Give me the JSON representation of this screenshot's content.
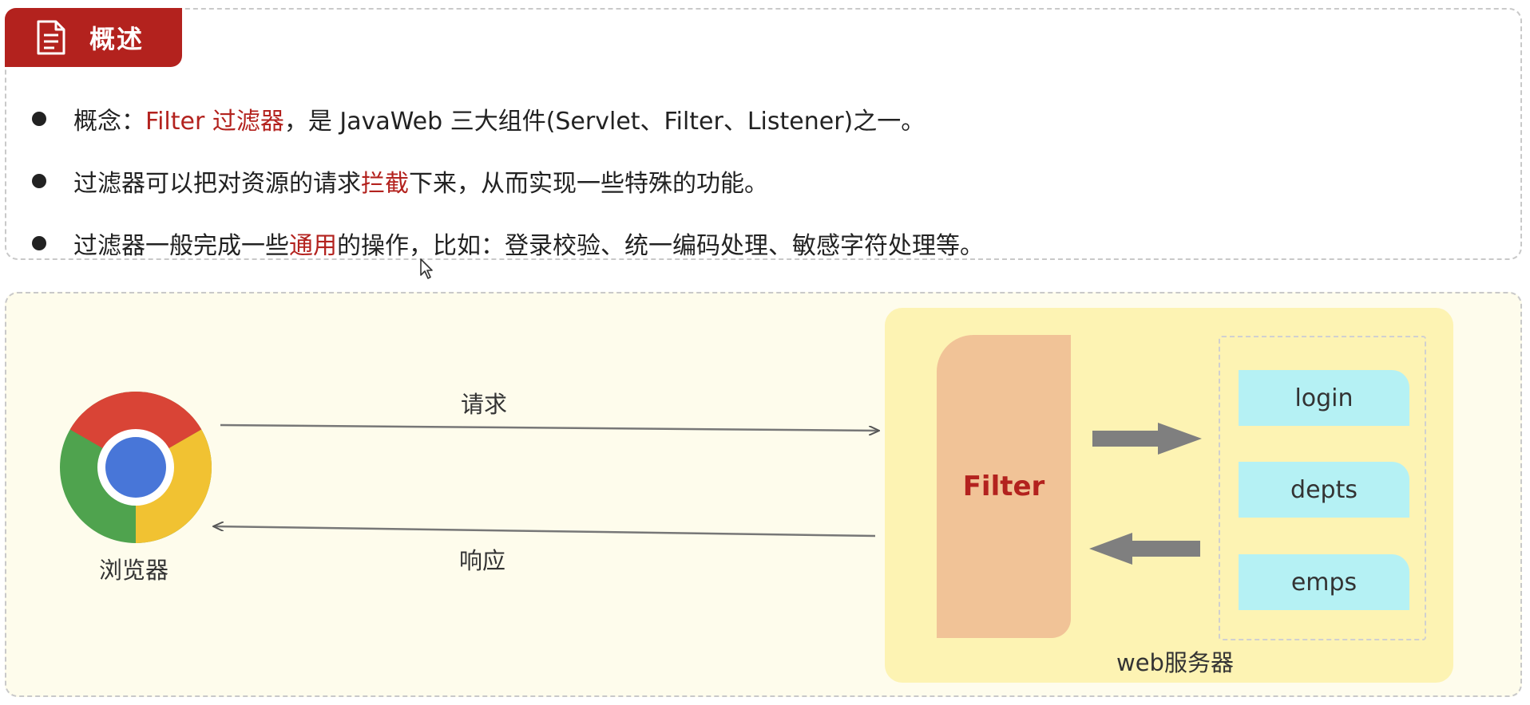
{
  "overview": {
    "title": "概述",
    "bullets": [
      {
        "parts": [
          {
            "text": "概念：",
            "highlight": false
          },
          {
            "text": "Filter 过滤器",
            "highlight": true
          },
          {
            "text": "，是 JavaWeb 三大组件(Servlet、Filter、Listener)之一。",
            "highlight": false
          }
        ]
      },
      {
        "parts": [
          {
            "text": "过滤器可以把对资源的请求",
            "highlight": false
          },
          {
            "text": "拦截",
            "highlight": true
          },
          {
            "text": "下来，从而实现一些特殊的功能。",
            "highlight": false
          }
        ]
      },
      {
        "parts": [
          {
            "text": "过滤器一般完成一些",
            "highlight": false
          },
          {
            "text": "通用",
            "highlight": true
          },
          {
            "text": "的操作，比如：登录校验、统一编码处理、敏感字符处理等。",
            "highlight": false
          }
        ]
      }
    ]
  },
  "diagram": {
    "browser_label": "浏览器",
    "request_label": "请求",
    "response_label": "响应",
    "filter_label": "Filter",
    "server_label": "web服务器",
    "resources": [
      "login",
      "depts",
      "emps"
    ]
  },
  "colors": {
    "accent_red": "#b3221e",
    "diagram_bg": "#fefcec",
    "server_bg": "#fdf3b3",
    "filter_bg": "#f1c397",
    "resource_bg": "#b5f1f4",
    "arrow_gray": "#7f7f7f"
  },
  "icons": {
    "title_icon": "document-icon",
    "browser_icon": "chrome-logo-icon"
  }
}
